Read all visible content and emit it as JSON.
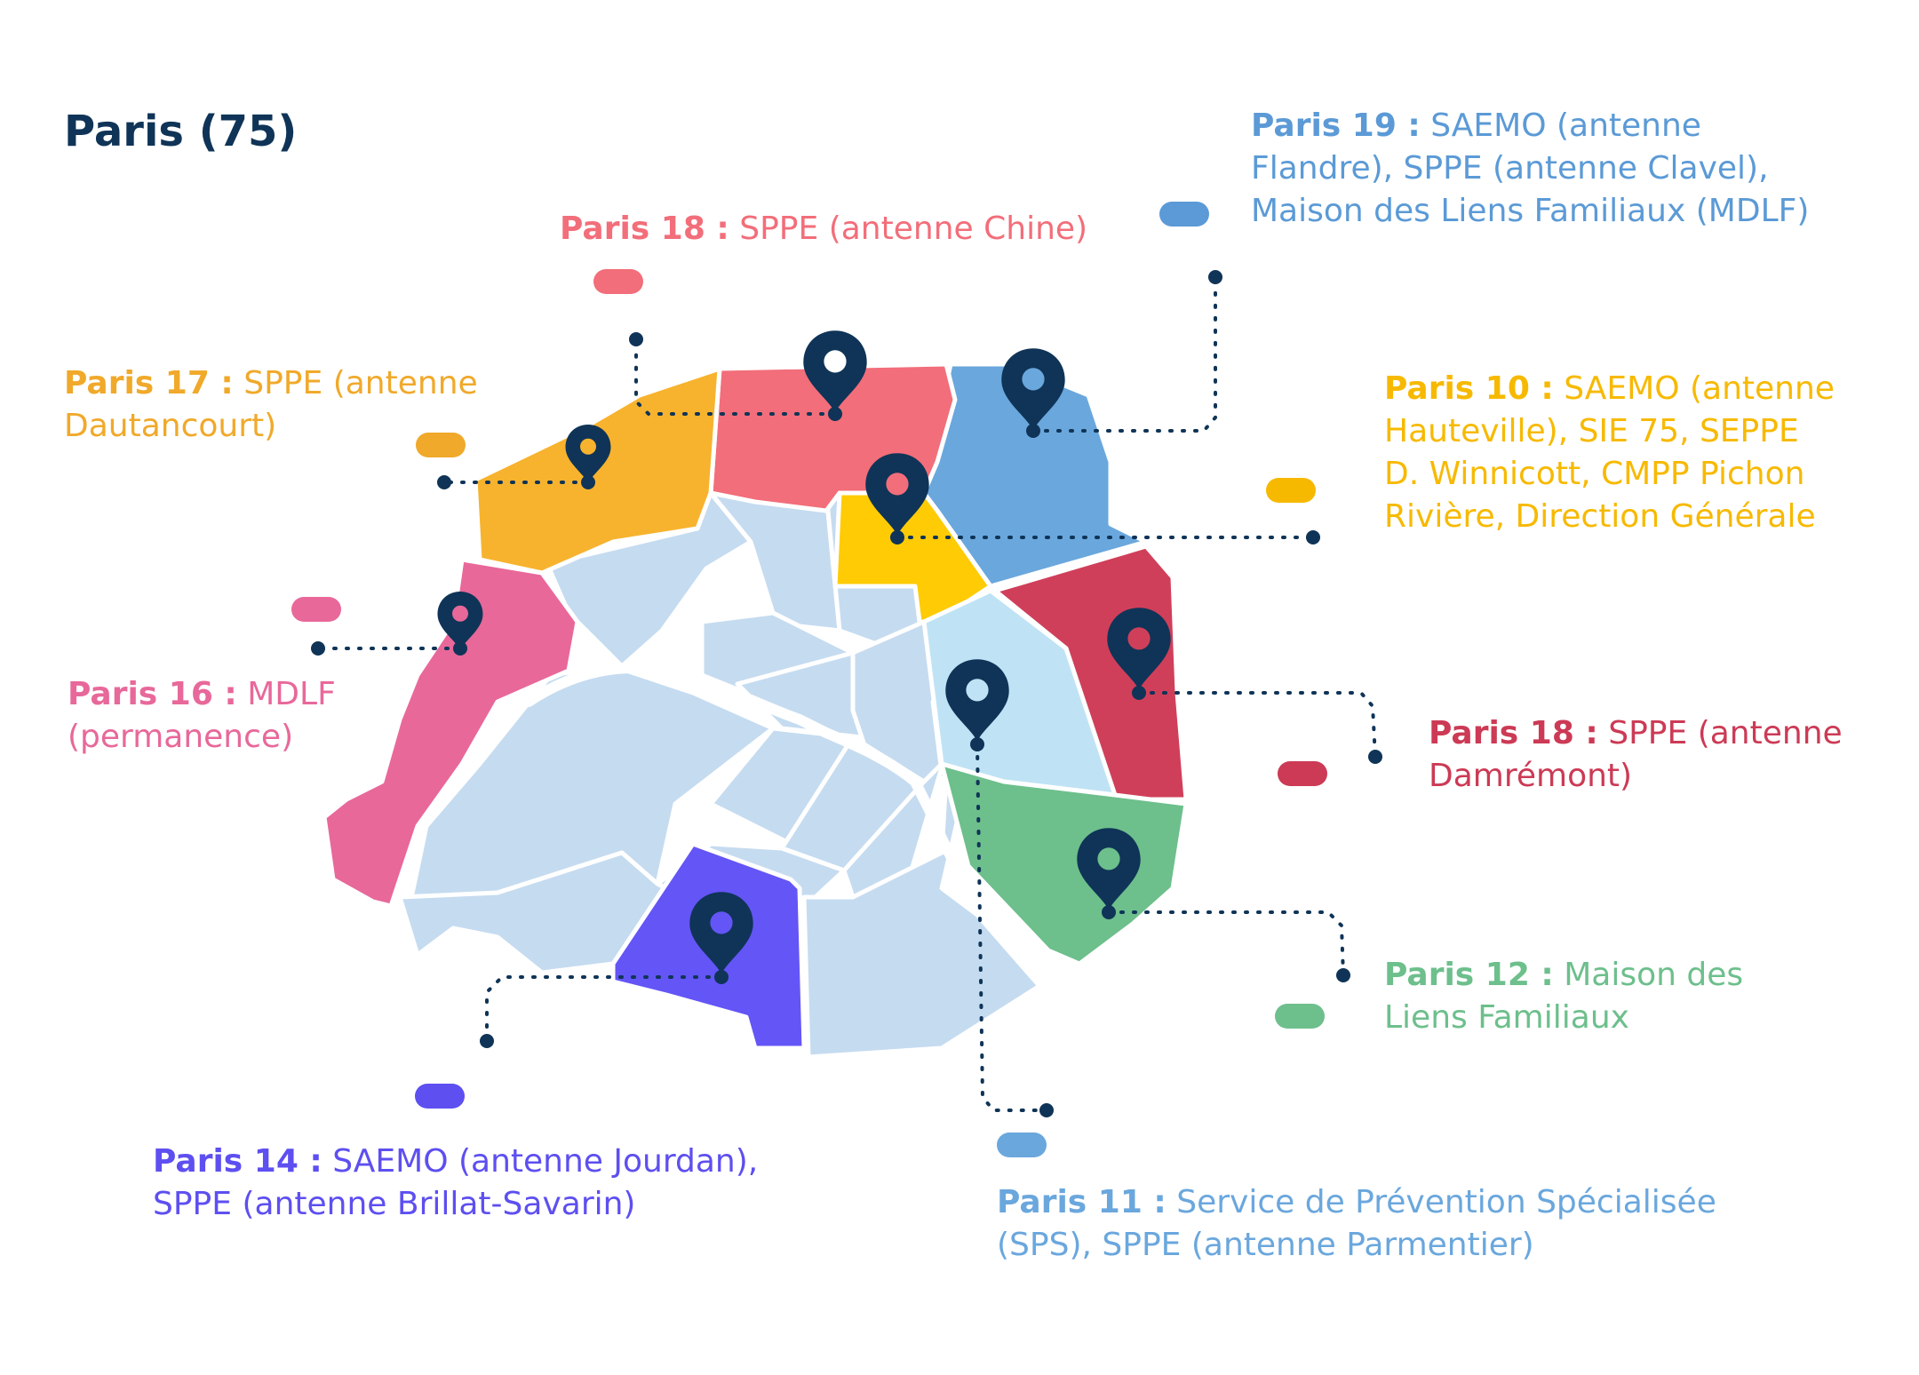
{
  "title": "Paris (75)",
  "colors": {
    "ink": "#0f3457",
    "base_district": "#c5dbf0",
    "district_border": "#ffffff"
  },
  "regions": [
    {
      "id": "paris-19",
      "color": "#6aa7dd"
    },
    {
      "id": "paris-18-chine",
      "color": "#f26e7a"
    },
    {
      "id": "paris-17",
      "color": "#f7b32e"
    },
    {
      "id": "paris-16",
      "color": "#e8689a"
    },
    {
      "id": "paris-10",
      "color": "#ffcb05"
    },
    {
      "id": "paris-20",
      "color": "#d03f5a"
    },
    {
      "id": "paris-11",
      "color": "#bfe3f5"
    },
    {
      "id": "paris-12",
      "color": "#6dbf8c"
    },
    {
      "id": "paris-14",
      "color": "#6455f6"
    }
  ],
  "labels": [
    {
      "id": "paris-19",
      "bold": "Paris 19 :",
      "text": " SAEMO (antenne\nFlandre), SPPE (antenne Clavel),\nMaison des Liens Familiaux (MDLF)",
      "color": "#5b9ad6",
      "icon": "map-pin-icon"
    },
    {
      "id": "paris-18-chine",
      "bold": "Paris 18 :",
      "text": " SPPE (antenne Chine)",
      "color": "#f26e7a",
      "icon": "map-pin-icon"
    },
    {
      "id": "paris-17",
      "bold": "Paris 17 :",
      "text": " SPPE (antenne\nDautancourt)",
      "color": "#f0a92a",
      "icon": "map-pin-icon"
    },
    {
      "id": "paris-10",
      "bold": "Paris 10 :",
      "text": " SAEMO (antenne\nHauteville), SIE 75, SEPPE\nD. Winnicott, CMPP Pichon\nRivière, Direction Générale",
      "color": "#f7b900",
      "icon": "map-pin-icon"
    },
    {
      "id": "paris-16",
      "bold": "Paris 16 :",
      "text": " MDLF\n(permanence)",
      "color": "#e8689a",
      "icon": "map-pin-icon"
    },
    {
      "id": "paris-18-damremont",
      "bold": "Paris 18 :",
      "text": " SPPE (antenne\nDamrémont)",
      "color": "#cc3a55",
      "icon": "map-pin-icon"
    },
    {
      "id": "paris-12",
      "bold": "Paris 12 :",
      "text": " Maison des\nLiens Familiaux",
      "color": "#6dbf8c",
      "icon": "map-pin-icon"
    },
    {
      "id": "paris-14",
      "bold": "Paris 14 :",
      "text": " SAEMO (antenne Jourdan),\nSPPE (antenne Brillat-Savarin)",
      "color": "#5d4ff0",
      "icon": "map-pin-icon"
    },
    {
      "id": "paris-11",
      "bold": "Paris 11 :",
      "text": " Service de Prévention Spécialisée\n(SPS), SPPE (antenne Parmentier)",
      "color": "#6aa7dd",
      "icon": "map-pin-icon"
    }
  ]
}
